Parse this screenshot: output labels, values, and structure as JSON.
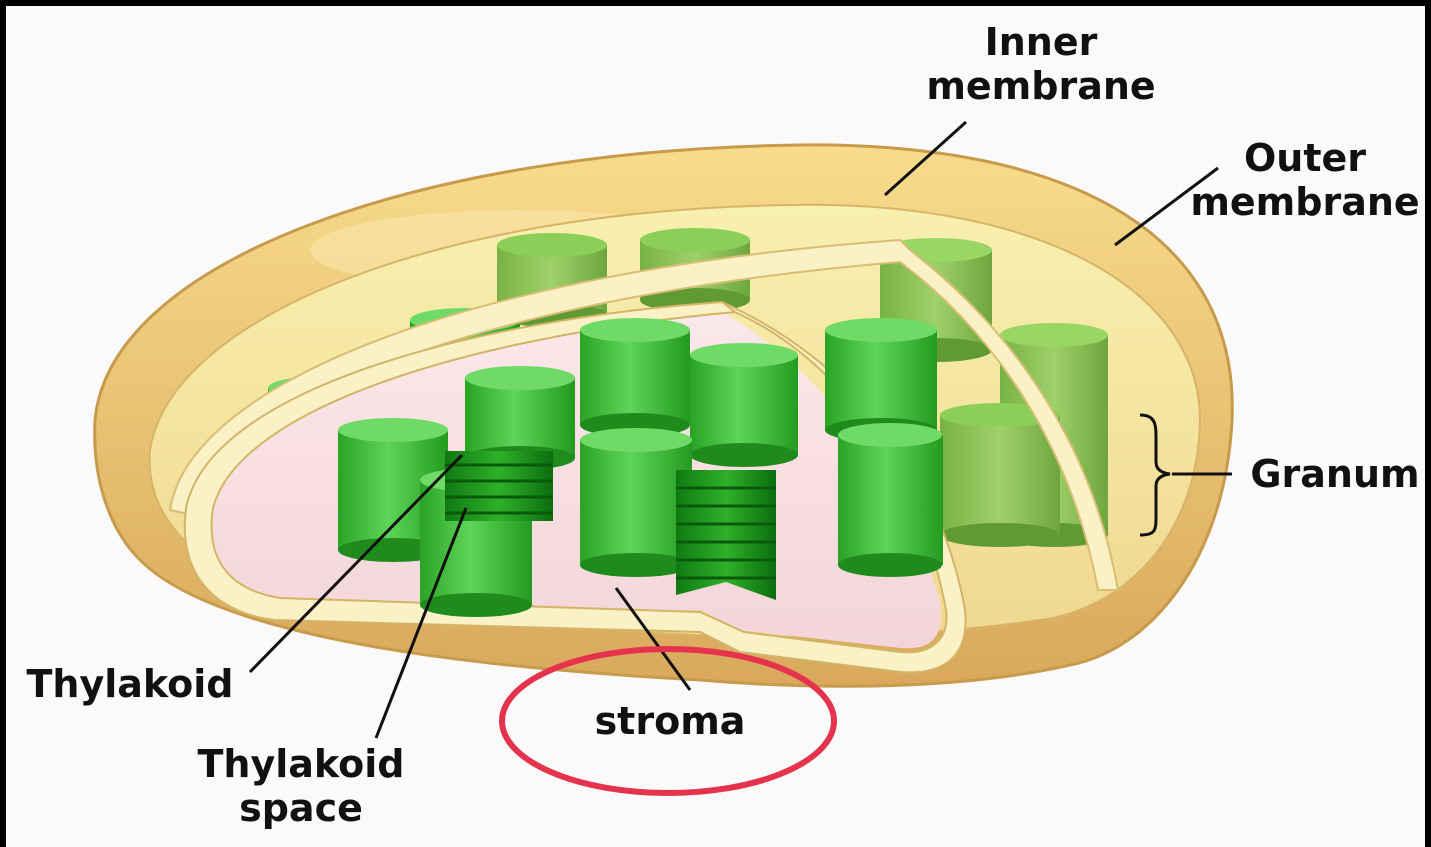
{
  "labels": {
    "inner_membrane": [
      "Inner",
      "membrane"
    ],
    "outer_membrane": [
      "Outer",
      "membrane"
    ],
    "granum": "Granum",
    "thylakoid": "Thylakoid",
    "thylakoid_space": [
      "Thylakoid",
      "space"
    ],
    "stroma": "stroma"
  },
  "colors": {
    "frame": "#000000",
    "background": "#fafafa",
    "outer_membrane": "#e6c576",
    "inner_membrane": "#fbf1c7",
    "stroma": "#f5dde2",
    "granum_green": "#35b22c",
    "highlight_circle": "#e5334e"
  },
  "highlight": {
    "target": "stroma",
    "shape": "ellipse"
  }
}
